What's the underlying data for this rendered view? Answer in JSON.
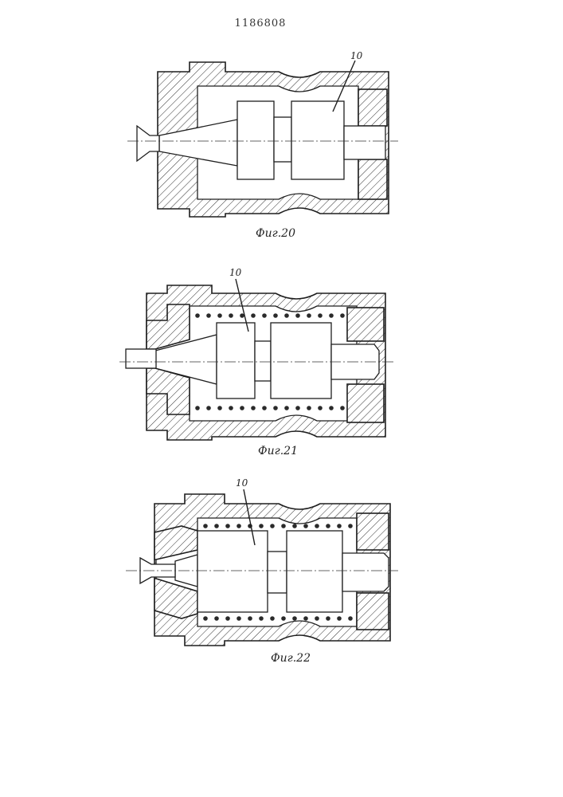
{
  "page_number": "1186808",
  "figures": [
    {
      "id": "fig20",
      "caption": "Фиг.20",
      "part_label": "10"
    },
    {
      "id": "fig21",
      "caption": "Фиг.21",
      "part_label": "10"
    },
    {
      "id": "fig22",
      "caption": "Фиг.22",
      "part_label": "10"
    }
  ]
}
